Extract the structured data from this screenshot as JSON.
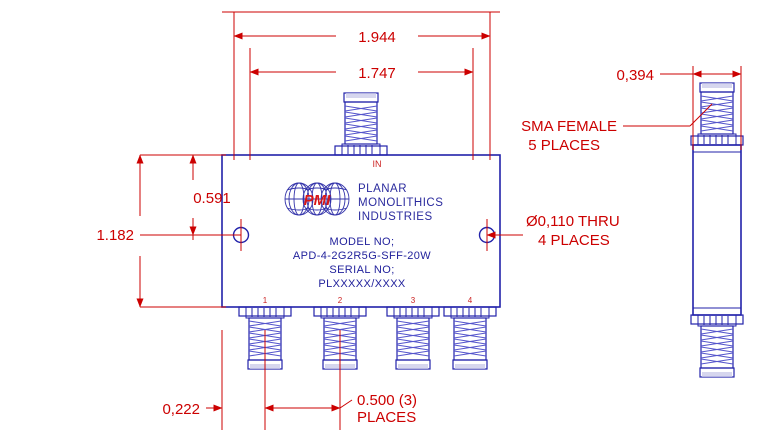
{
  "drawing": {
    "title": "PMI Power Divider Outline Drawing",
    "colors": {
      "dimension": "#cc0000",
      "outline": "#2222aa",
      "logo_red": "#d81616",
      "brand_blue": "#2b2b9e"
    },
    "units_note": "inches"
  },
  "dimensions": {
    "overall_width": "1.944",
    "connector_center_span": "1.747",
    "hole_to_top": "0.591",
    "body_height": "1.182",
    "side_thickness": "0,394",
    "edge_to_first_port": "0,222",
    "port_pitch": "0.500 (3)",
    "port_pitch_suffix": "PLACES"
  },
  "callouts": {
    "connector_type_line1": "SMA FEMALE",
    "connector_type_line2": "5 PLACES",
    "hole_line1": "Ø0,110 THRU",
    "hole_line2": "4 PLACES"
  },
  "nameplate": {
    "logo_text": "PMI",
    "brand_line1": "PLANAR",
    "brand_line2": "MONOLITHICS",
    "brand_line3": "INDUSTRIES",
    "model_label": "MODEL NO;",
    "model_number": "APD-4-2G2R5G-SFF-20W",
    "serial_label": "SERIAL NO;",
    "serial_number": "PLXXXXX/XXXX"
  },
  "ports": {
    "input_label": "IN",
    "output_labels": [
      "1",
      "2",
      "3",
      "4"
    ]
  }
}
